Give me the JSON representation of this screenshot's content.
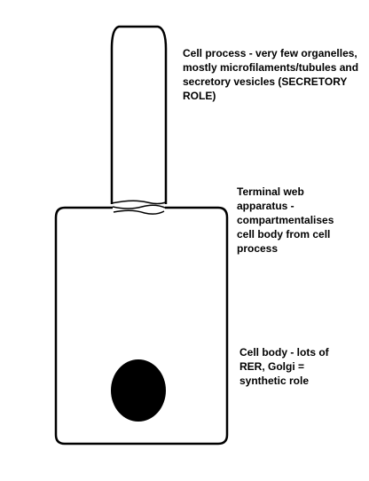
{
  "labels": {
    "cell_process": [
      "Cell process - very few organelles,",
      "mostly microfilaments/tubules and",
      "secretory vesicles (SECRETORY",
      "ROLE)"
    ],
    "terminal_web": [
      "Terminal web",
      "apparatus -",
      "compartmentalises",
      "cell body from cell",
      "process"
    ],
    "cell_body": [
      "Cell body - lots of",
      "RER, Golgi =",
      "synthetic role"
    ]
  },
  "colors": {
    "stroke": "#000000",
    "nucleus_fill": "#000000",
    "background": "#ffffff"
  }
}
